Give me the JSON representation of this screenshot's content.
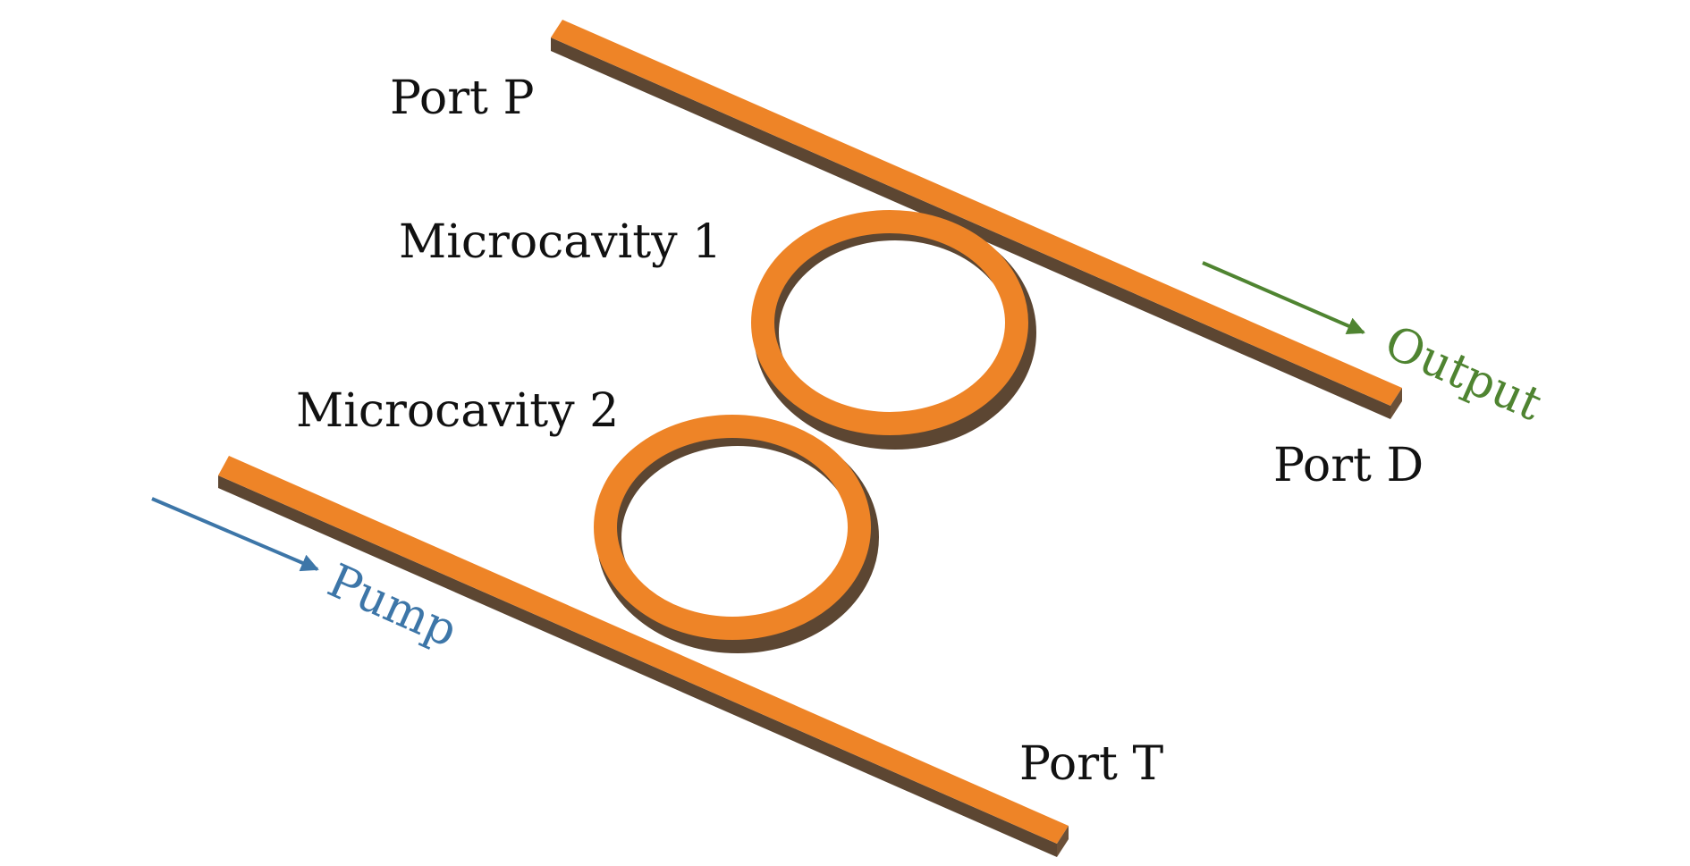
{
  "labels": {
    "port_p": "Port P",
    "port_d": "Port D",
    "port_t": "Port T",
    "microcavity_1": "Microcavity 1",
    "microcavity_2": "Microcavity 2",
    "pump": "Pump",
    "output": "Output"
  },
  "colors": {
    "waveguide_top": "#EE8427",
    "waveguide_side": "#5C4632",
    "pump": "#3D76A8",
    "output": "#4F8431",
    "text": "#111111"
  }
}
